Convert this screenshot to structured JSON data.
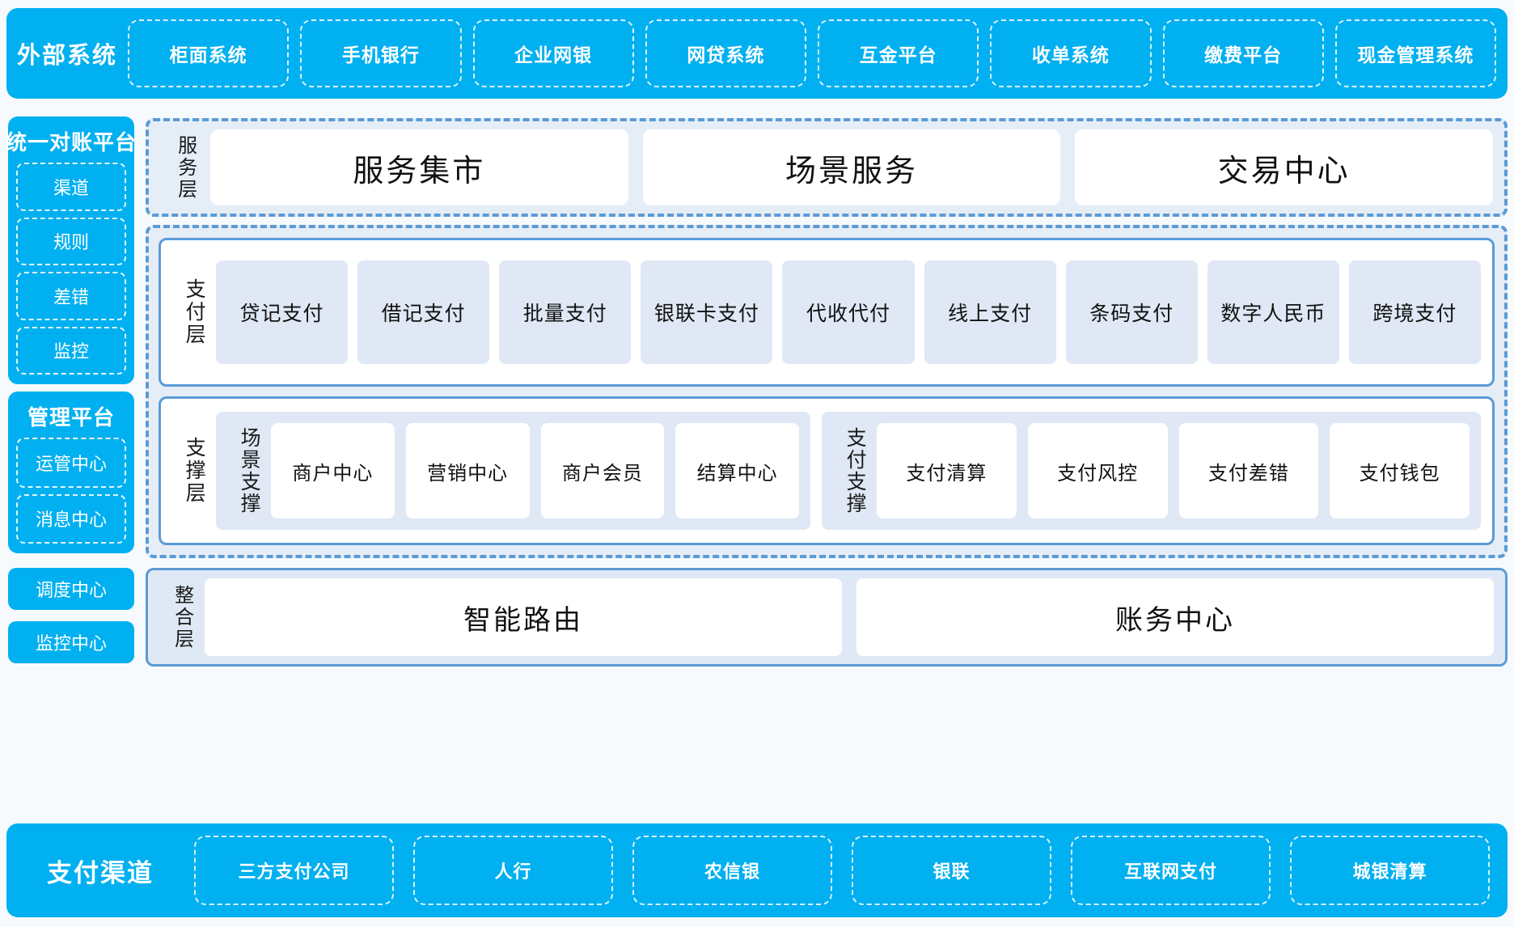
{
  "colors": {
    "cyan": "#00b0f0",
    "panel_blue_border": "#5b9bd5",
    "panel_fill": "#e5edf7",
    "card_fill": "#dfe8f4",
    "page_background": "#f7fafd"
  },
  "external_systems": {
    "title": "外部系统",
    "items": [
      "柜面系统",
      "手机银行",
      "企业网银",
      "网贷系统",
      "互金平台",
      "收单系统",
      "缴费平台",
      "现金管理系统"
    ]
  },
  "sidebar": {
    "recon_platform": {
      "title": "统一对账平台",
      "items": [
        "渠道",
        "规则",
        "差错",
        "监控"
      ]
    },
    "mgmt_platform": {
      "title": "管理平台",
      "items": [
        "运管中心",
        "消息中心"
      ]
    },
    "standalone": [
      "调度中心",
      "监控中心"
    ]
  },
  "service_layer": {
    "label": "服务层",
    "items": [
      "服务集市",
      "场景服务",
      "交易中心"
    ]
  },
  "payment_layer": {
    "label": "支付层",
    "items": [
      "贷记支付",
      "借记支付",
      "批量支付",
      "银联卡支付",
      "代收代付",
      "线上支付",
      "条码支付",
      "数字人民币",
      "跨境支付"
    ]
  },
  "support_layer": {
    "label": "支撑层",
    "groups": [
      {
        "label": "场景支撑",
        "items": [
          "商户中心",
          "营销中心",
          "商户会员",
          "结算中心"
        ]
      },
      {
        "label": "支付支撑",
        "items": [
          "支付清算",
          "支付风控",
          "支付差错",
          "支付钱包"
        ]
      }
    ]
  },
  "integration_layer": {
    "label": "整合层",
    "items": [
      "智能路由",
      "账务中心"
    ]
  },
  "payment_channels": {
    "title": "支付渠道",
    "items": [
      "三方支付公司",
      "人行",
      "农信银",
      "银联",
      "互联网支付",
      "城银清算"
    ]
  }
}
